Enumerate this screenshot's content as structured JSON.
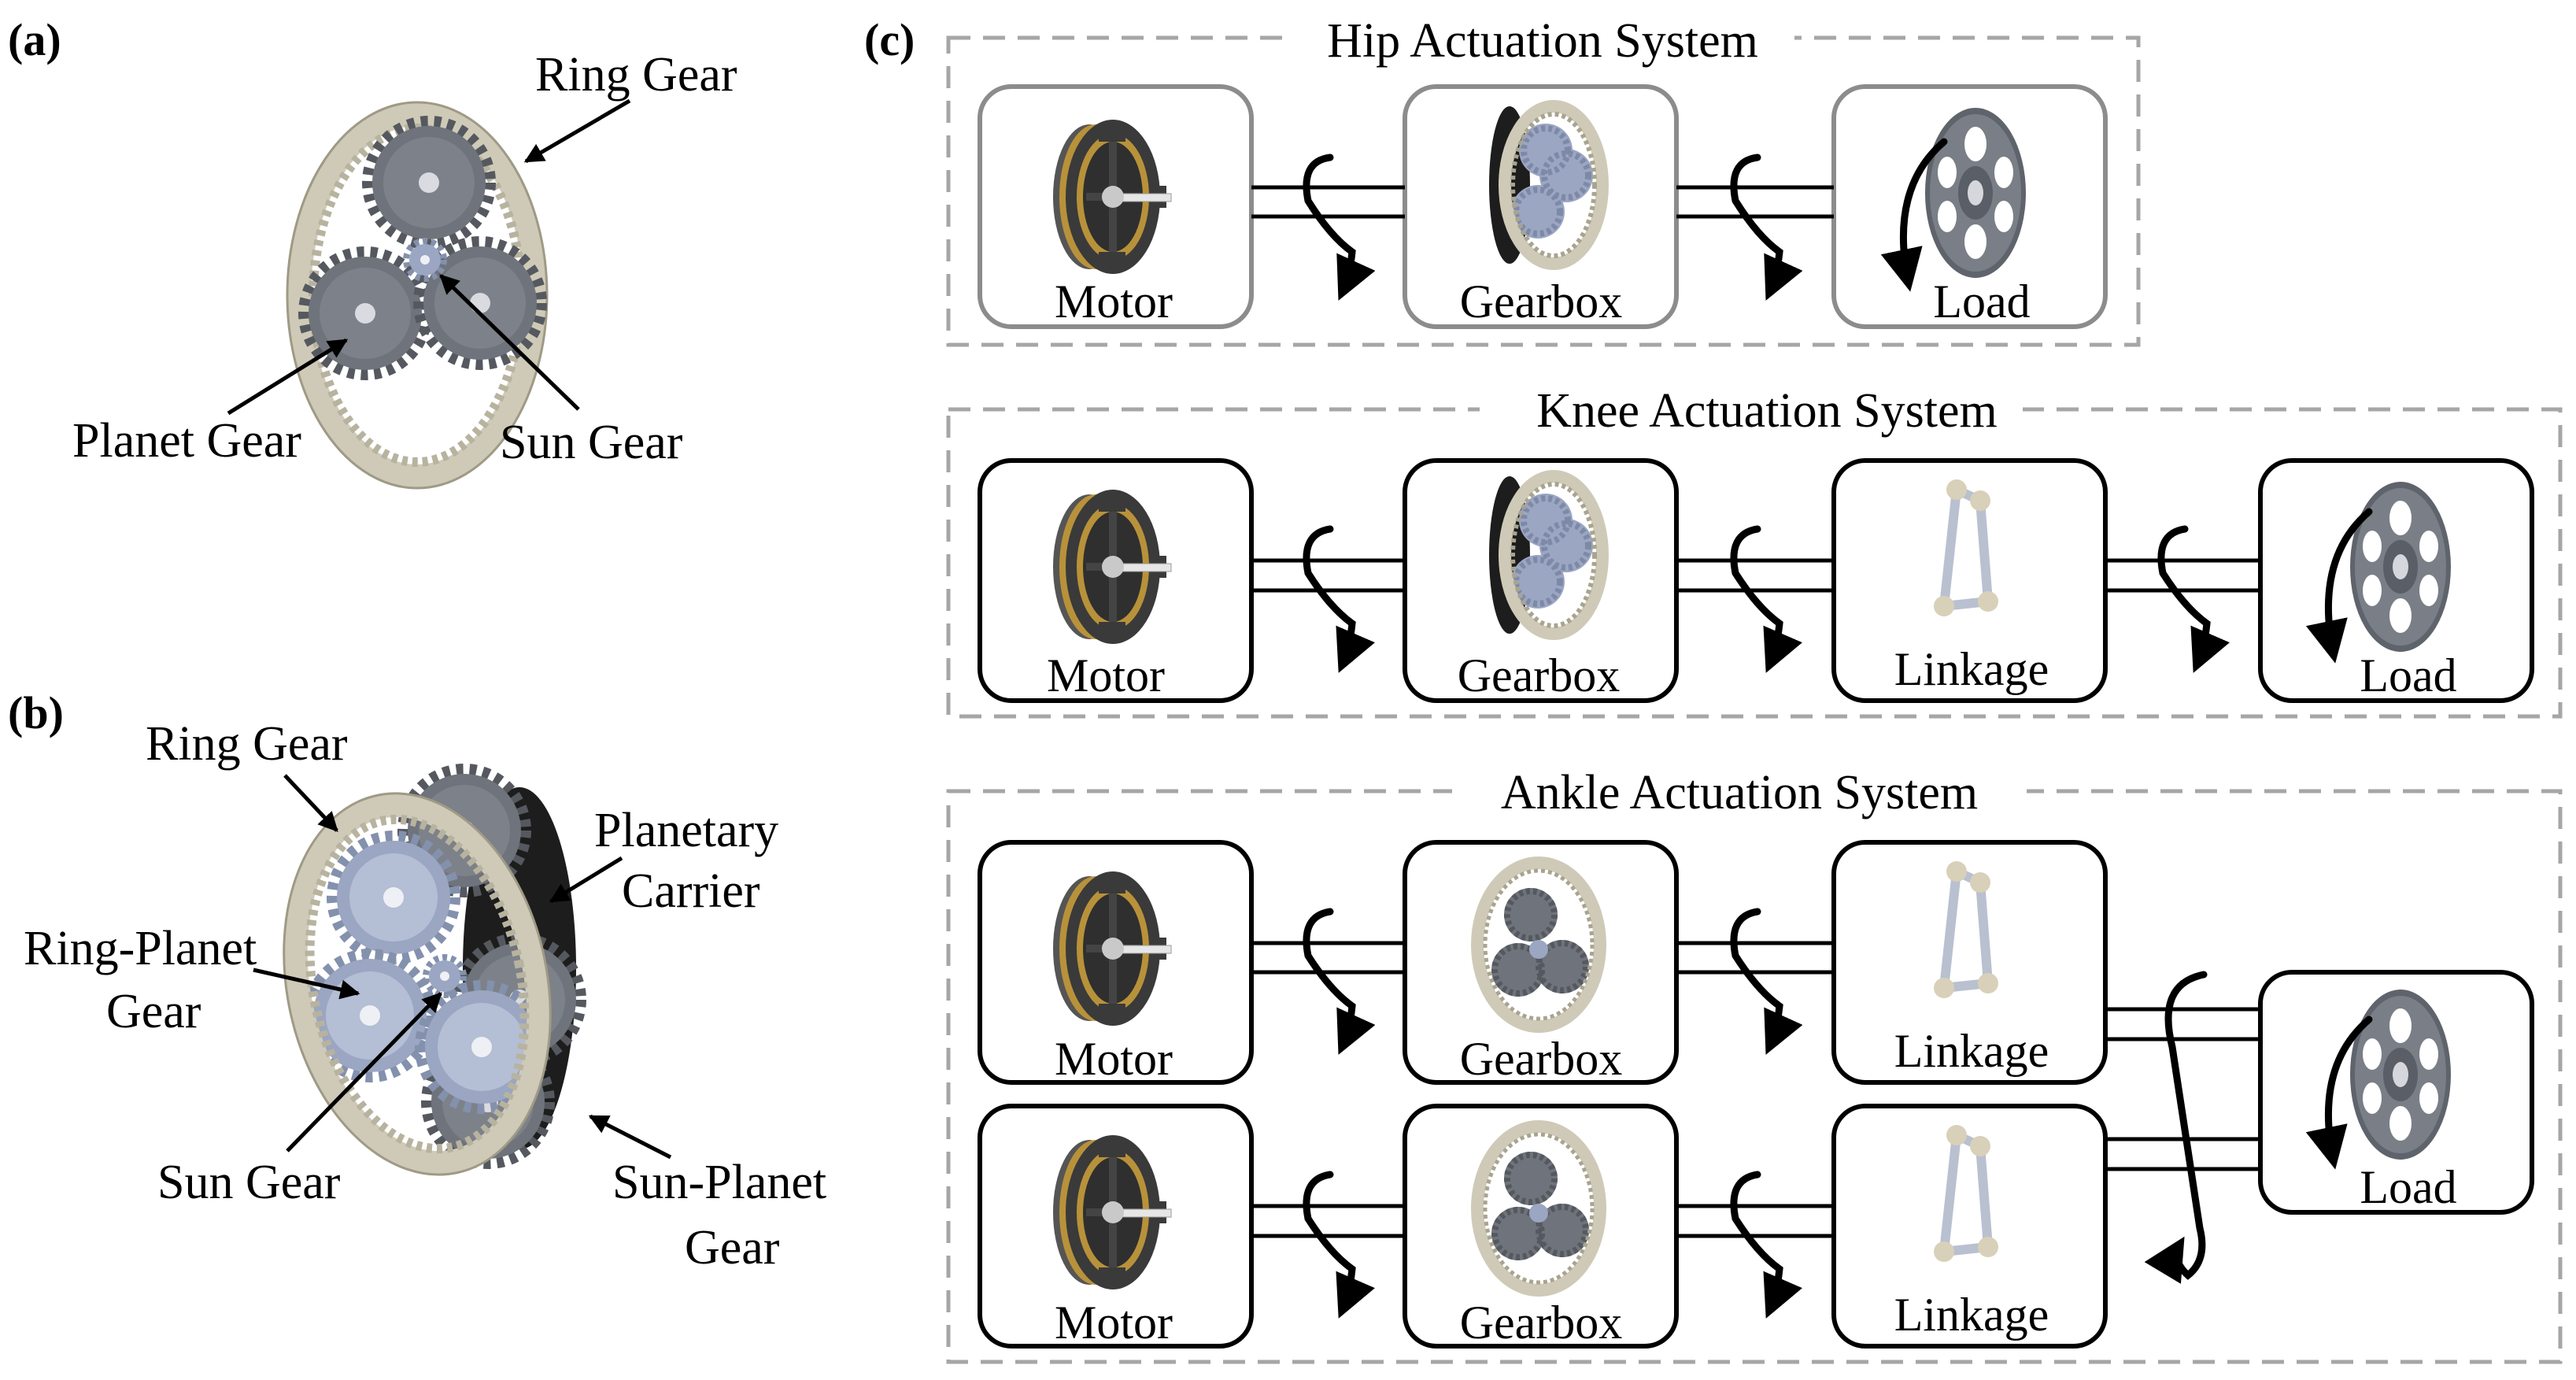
{
  "panel_a": {
    "label": "(a)",
    "callouts": {
      "ring_gear": "Ring Gear",
      "planet_gear": "Planet Gear",
      "sun_gear": "Sun Gear"
    }
  },
  "panel_b": {
    "label": "(b)",
    "callouts": {
      "ring_gear": "Ring Gear",
      "planetary_carrier_1": "Planetary",
      "planetary_carrier_2": "Carrier",
      "ring_planet_1": "Ring-Planet",
      "ring_planet_2": "Gear",
      "sun_gear": "Sun Gear",
      "sun_planet_1": "Sun-Planet",
      "sun_planet_2": "Gear"
    }
  },
  "panel_c": {
    "label": "(c)",
    "hip": {
      "title": "Hip Actuation System",
      "motor": "Motor",
      "gearbox": "Gearbox",
      "load": "Load"
    },
    "knee": {
      "title": "Knee Actuation System",
      "motor": "Motor",
      "gearbox": "Gearbox",
      "linkage": "Linkage",
      "load": "Load"
    },
    "ankle": {
      "title": "Ankle Actuation System",
      "motor_top": "Motor",
      "gearbox_top": "Gearbox",
      "linkage_top": "Linkage",
      "motor_bottom": "Motor",
      "gearbox_bottom": "Gearbox",
      "linkage_bottom": "Linkage",
      "load": "Load"
    }
  },
  "colors": {
    "gear_gray": "#6f737b",
    "ring_cream": "#cfcab7",
    "sun_blue": "#9aa6c2",
    "motor_gold": "#b8923a",
    "carrier_black": "#1d1d1d",
    "frame_gray": "#a6a6a6"
  }
}
